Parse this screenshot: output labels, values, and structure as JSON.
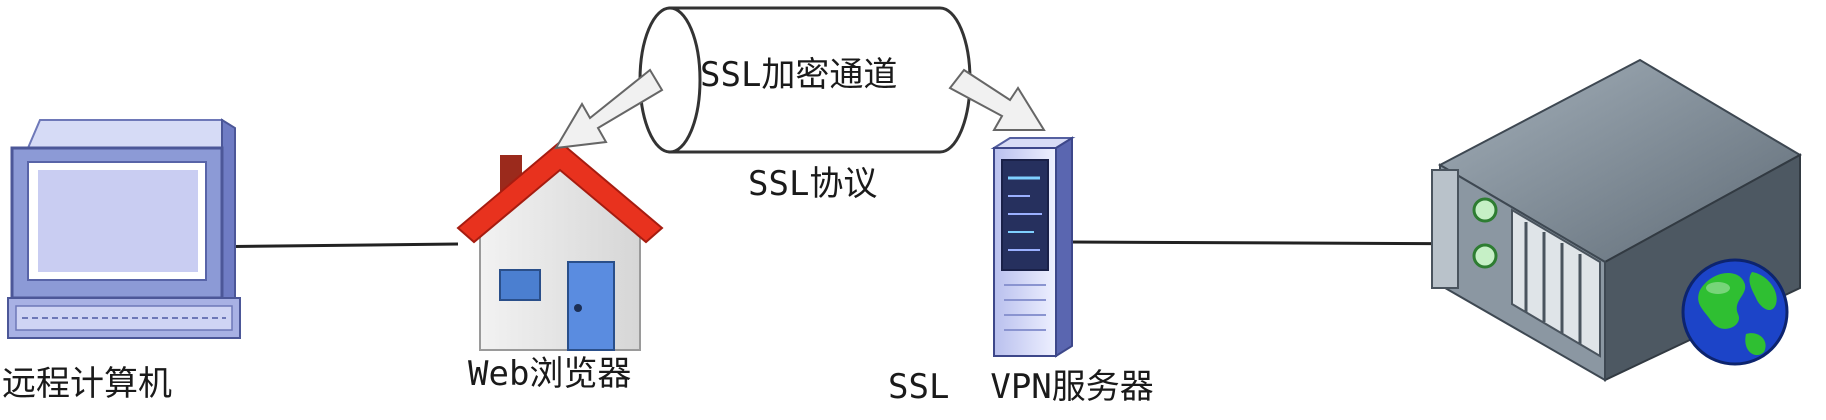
{
  "nodes": {
    "remote_computer": {
      "label": "远程计算机"
    },
    "web_browser": {
      "label": "Web浏览器"
    },
    "ssl_vpn_server": {
      "label": "SSL  VPN服务器"
    },
    "web_server": {
      "label": ""
    }
  },
  "tunnel": {
    "label": "SSL加密通道"
  },
  "protocol": {
    "label": "SSL协议"
  },
  "colors": {
    "roof": "#e8321e",
    "monitor_frame": "#8c9ad6",
    "screen": "#c9cdf2",
    "server_body": "#7d8a95",
    "globe_blue": "#1c44c8",
    "globe_green": "#2fbf32"
  },
  "icons": [
    "monitor-icon",
    "house-icon",
    "tower-server-icon",
    "rack-server-icon",
    "globe-icon"
  ]
}
